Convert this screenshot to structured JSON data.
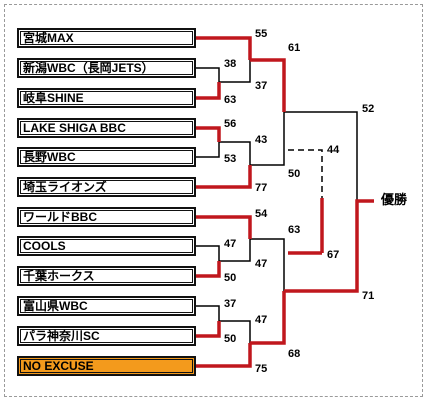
{
  "teams": [
    {
      "name": "宮城MAX"
    },
    {
      "name": "新潟WBC（長岡JETS）"
    },
    {
      "name": "岐阜SHINE"
    },
    {
      "name": "LAKE SHIGA BBC"
    },
    {
      "name": "長野WBC"
    },
    {
      "name": "埼玉ライオンズ"
    },
    {
      "name": "ワールドBBC"
    },
    {
      "name": "COOLS"
    },
    {
      "name": "千葉ホークス"
    },
    {
      "name": "富山県WBC"
    },
    {
      "name": "パラ神奈川SC"
    },
    {
      "name": "NO EXCUSE",
      "highlight": true
    }
  ],
  "matches": [
    {
      "id": "m1",
      "scores": [
        "38",
        "63"
      ]
    },
    {
      "id": "m2",
      "scores": [
        "55",
        "37"
      ]
    },
    {
      "id": "m3",
      "scores": [
        "56",
        "53"
      ]
    },
    {
      "id": "m4",
      "scores": [
        "43",
        "77"
      ]
    },
    {
      "id": "m5",
      "scores": [
        "47",
        "50"
      ]
    },
    {
      "id": "m6",
      "scores": [
        "54",
        "47"
      ]
    },
    {
      "id": "m7",
      "scores": [
        "37",
        "50"
      ]
    },
    {
      "id": "m8",
      "scores": [
        "47",
        "75"
      ]
    },
    {
      "id": "m9",
      "scores": [
        "61",
        "50"
      ]
    },
    {
      "id": "m10",
      "scores": [
        "63",
        "68"
      ]
    },
    {
      "id": "m11",
      "scores": [
        "44",
        "67"
      ]
    },
    {
      "id": "final",
      "scores": [
        "52",
        "71"
      ]
    }
  ],
  "champion_label": "優勝",
  "colors": {
    "advance_line": "#c0171d",
    "bracket_line": "#000000",
    "highlight_box": "#f39a1c"
  }
}
